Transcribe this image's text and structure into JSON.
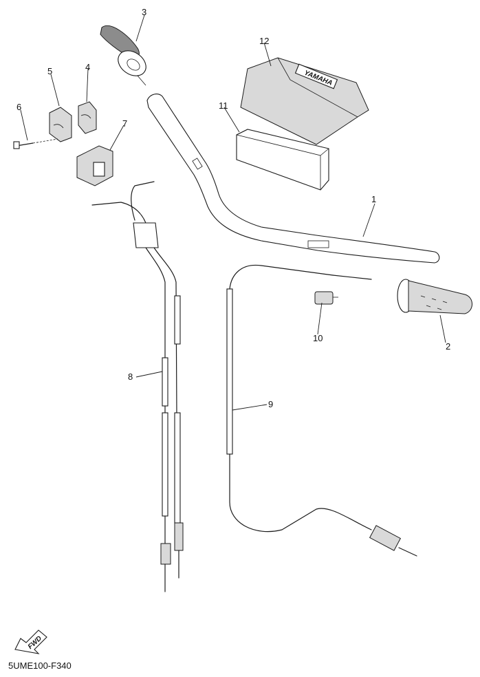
{
  "diagram": {
    "callouts": [
      {
        "id": "1",
        "text": "1"
      },
      {
        "id": "2",
        "text": "2"
      },
      {
        "id": "3",
        "text": "3"
      },
      {
        "id": "4",
        "text": "4"
      },
      {
        "id": "5",
        "text": "5"
      },
      {
        "id": "6",
        "text": "6"
      },
      {
        "id": "7",
        "text": "7"
      },
      {
        "id": "8",
        "text": "8"
      },
      {
        "id": "9",
        "text": "9"
      },
      {
        "id": "10",
        "text": "10"
      },
      {
        "id": "11",
        "text": "11"
      },
      {
        "id": "12",
        "text": "12"
      }
    ],
    "fwd_badge": "FWD",
    "cover_logo": "YAMAHA",
    "figure_code": "5UME100-F340"
  }
}
